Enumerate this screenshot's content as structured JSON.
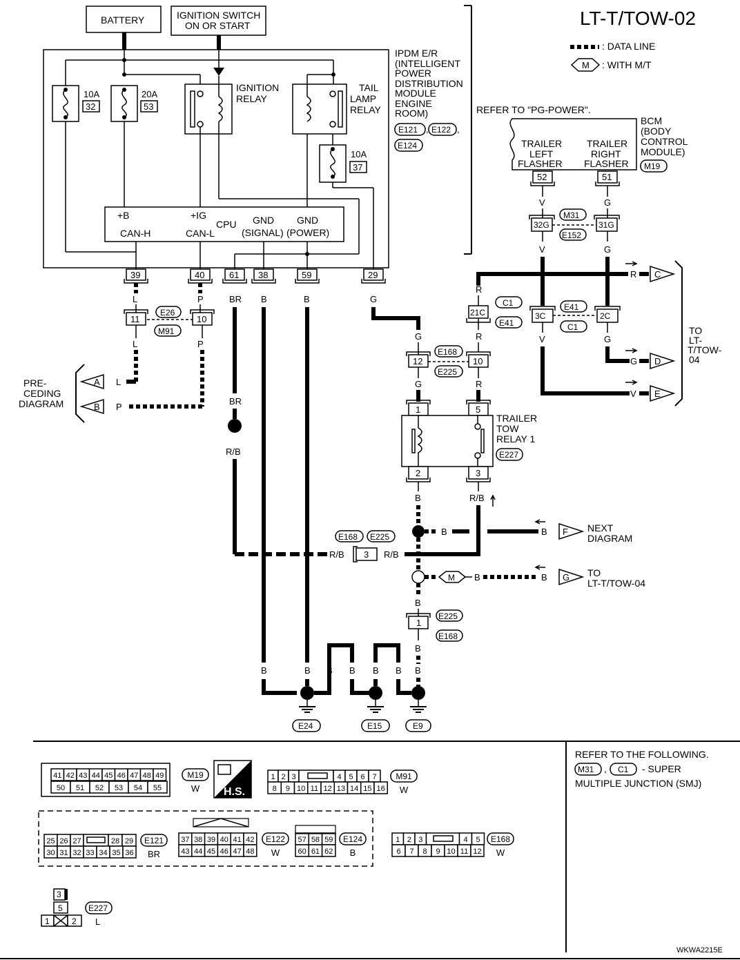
{
  "header": {
    "title": "LT-T/TOW-02",
    "legend_data_line": ": DATA LINE",
    "legend_mt_symbol": "M",
    "legend_mt": ": WITH M/T",
    "doc_code": "WKWA2215E"
  },
  "sources": {
    "battery": "BATTERY",
    "ign1": "IGNITION SWITCH",
    "ign2": "ON OR START"
  },
  "ipdm": {
    "l1": "IPDM E/R",
    "l2": "(INTELLIGENT",
    "l3": "POWER",
    "l4": "DISTRIBUTION",
    "l5": "MODULE",
    "l6": "ENGINE",
    "l7": "ROOM)",
    "c1": "E121",
    "c2": "E122",
    "c3": "E124",
    "fuse1_amp": "10A",
    "fuse1_no": "32",
    "fuse2_amp": "20A",
    "fuse2_no": "53",
    "fuse3_amp": "10A",
    "fuse3_no": "37",
    "ign_relay1": "IGNITION",
    "ign_relay2": "RELAY",
    "tail1": "TAIL",
    "tail2": "LAMP",
    "tail3": "RELAY",
    "cpu": {
      "b": "+B",
      "ig": "+IG",
      "cpu": "CPU",
      "gnd1": "GND",
      "gnd2": "GND",
      "canh": "CAN-H",
      "canl": "CAN-L",
      "sig": "(SIGNAL)",
      "pow": "(POWER)"
    },
    "pins": [
      "39",
      "40",
      "61",
      "38",
      "59",
      "29"
    ]
  },
  "bcm": {
    "refer": "REFER TO \"PG-POWER\".",
    "l1": "BCM",
    "l2": "(BODY",
    "l3": "CONTROL",
    "l4": "MODULE)",
    "conn": "M19",
    "left1": "TRAILER",
    "left2": "LEFT",
    "left3": "FLASHER",
    "right1": "TRAILER",
    "right2": "RIGHT",
    "right3": "FLASHER",
    "pin_left": "52",
    "pin_right": "51"
  },
  "junctions": {
    "j11": "11",
    "j10": "10",
    "e26": "E26",
    "m91": "M91",
    "j32g": "32G",
    "j31g": "31G",
    "m31": "M31",
    "e152": "E152",
    "j21c": "21C",
    "c1": "C1",
    "e41": "E41",
    "j3c": "3C",
    "j2c": "2C",
    "e41b": "E41",
    "c1b": "C1",
    "j12": "12",
    "j10b": "10",
    "e168": "E168",
    "e225": "E225",
    "j3": "3",
    "e168b": "E168",
    "e225b": "E225",
    "j1": "1",
    "e225c": "E225",
    "e168c": "E168"
  },
  "wires": {
    "L": "L",
    "P": "P",
    "BR": "BR",
    "B": "B",
    "G": "G",
    "R": "R",
    "V": "V",
    "RB": "R/B"
  },
  "relay1": {
    "l1": "TRAILER",
    "l2": "TOW",
    "l3": "RELAY 1",
    "conn": "E227",
    "p1": "1",
    "p5": "5",
    "p2": "2",
    "p3": "3"
  },
  "offpage": {
    "pre1": "PRE-",
    "pre2": "CEDING",
    "pre3": "DIAGRAM",
    "A": "A",
    "B": "B",
    "C": "C",
    "D": "D",
    "E": "E",
    "to1": "TO",
    "to2": "LT-",
    "to3": "T/TOW-",
    "to4": "04",
    "F": "F",
    "next1": "NEXT",
    "next2": "DIAGRAM",
    "G": "G",
    "toG1": "TO",
    "toG2": "LT-T/TOW-04",
    "M": "M"
  },
  "grounds": [
    "E24",
    "E15",
    "E9"
  ],
  "connectors": {
    "refer1": "REFER TO THE FOLLOWING.",
    "m31": "M31",
    "c1": "C1",
    "refer2": "- SUPER",
    "refer3": "MULTIPLE JUNCTION (SMJ)",
    "m19": {
      "id": "M19",
      "color": "W",
      "top": [
        "41",
        "42",
        "43",
        "44",
        "45",
        "46",
        "47",
        "48",
        "49"
      ],
      "bot": [
        "50",
        "51",
        "52",
        "53",
        "54",
        "55"
      ]
    },
    "hs": "H.S.",
    "m91": {
      "id": "M91",
      "color": "W",
      "top": [
        "1",
        "2",
        "3",
        "4",
        "5",
        "6",
        "7"
      ],
      "bot": [
        "8",
        "9",
        "10",
        "11",
        "12",
        "13",
        "14",
        "15",
        "16"
      ]
    },
    "e121": {
      "id": "E121",
      "color": "BR",
      "top": [
        "25",
        "26",
        "27",
        "28",
        "29"
      ],
      "bot": [
        "30",
        "31",
        "32",
        "33",
        "34",
        "35",
        "36"
      ]
    },
    "e122": {
      "id": "E122",
      "color": "W",
      "top": [
        "37",
        "38",
        "39",
        "40",
        "41",
        "42"
      ],
      "bot": [
        "43",
        "44",
        "45",
        "46",
        "47",
        "48"
      ]
    },
    "e124": {
      "id": "E124",
      "color": "B",
      "top": [
        "57",
        "58",
        "59"
      ],
      "bot": [
        "60",
        "61",
        "62"
      ]
    },
    "e168": {
      "id": "E168",
      "color": "W",
      "top": [
        "1",
        "2",
        "3",
        "4",
        "5"
      ],
      "bot": [
        "6",
        "7",
        "8",
        "9",
        "10",
        "11",
        "12"
      ]
    },
    "e227": {
      "id": "E227",
      "color": "L",
      "p3": "3",
      "p5": "5",
      "p1": "1",
      "p2": "2"
    }
  }
}
